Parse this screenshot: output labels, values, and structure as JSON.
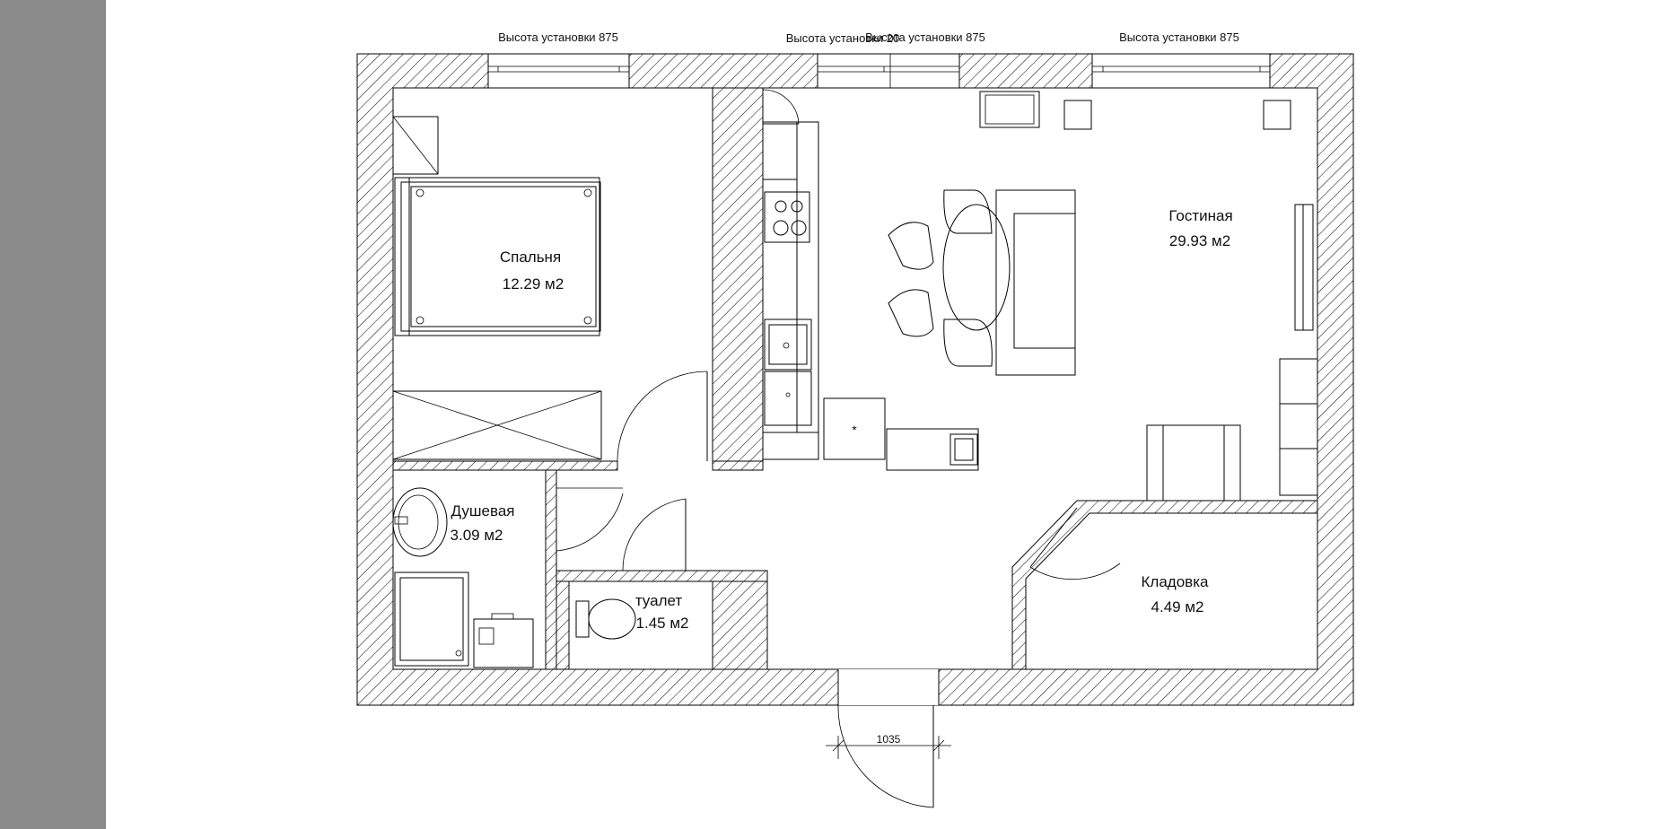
{
  "window_heights": [
    "Высота установки 875",
    "Высота установки 20",
    "Высота установки 875",
    "Высота установки 875"
  ],
  "rooms": {
    "bedroom": {
      "name": "Спальня",
      "area": "12.29 м2"
    },
    "living": {
      "name": "Гостиная",
      "area": "29.93 м2"
    },
    "shower": {
      "name": "Душевая",
      "area": "3.09 м2"
    },
    "toilet": {
      "name": "туалет",
      "area": "1.45 м2"
    },
    "storage": {
      "name": "Кладовка",
      "area": "4.49 м2"
    }
  },
  "entrance_dimension": "1035",
  "colors": {
    "background": "#ffffff",
    "side_strip": "#8a8a8a",
    "lines": "#000000"
  }
}
